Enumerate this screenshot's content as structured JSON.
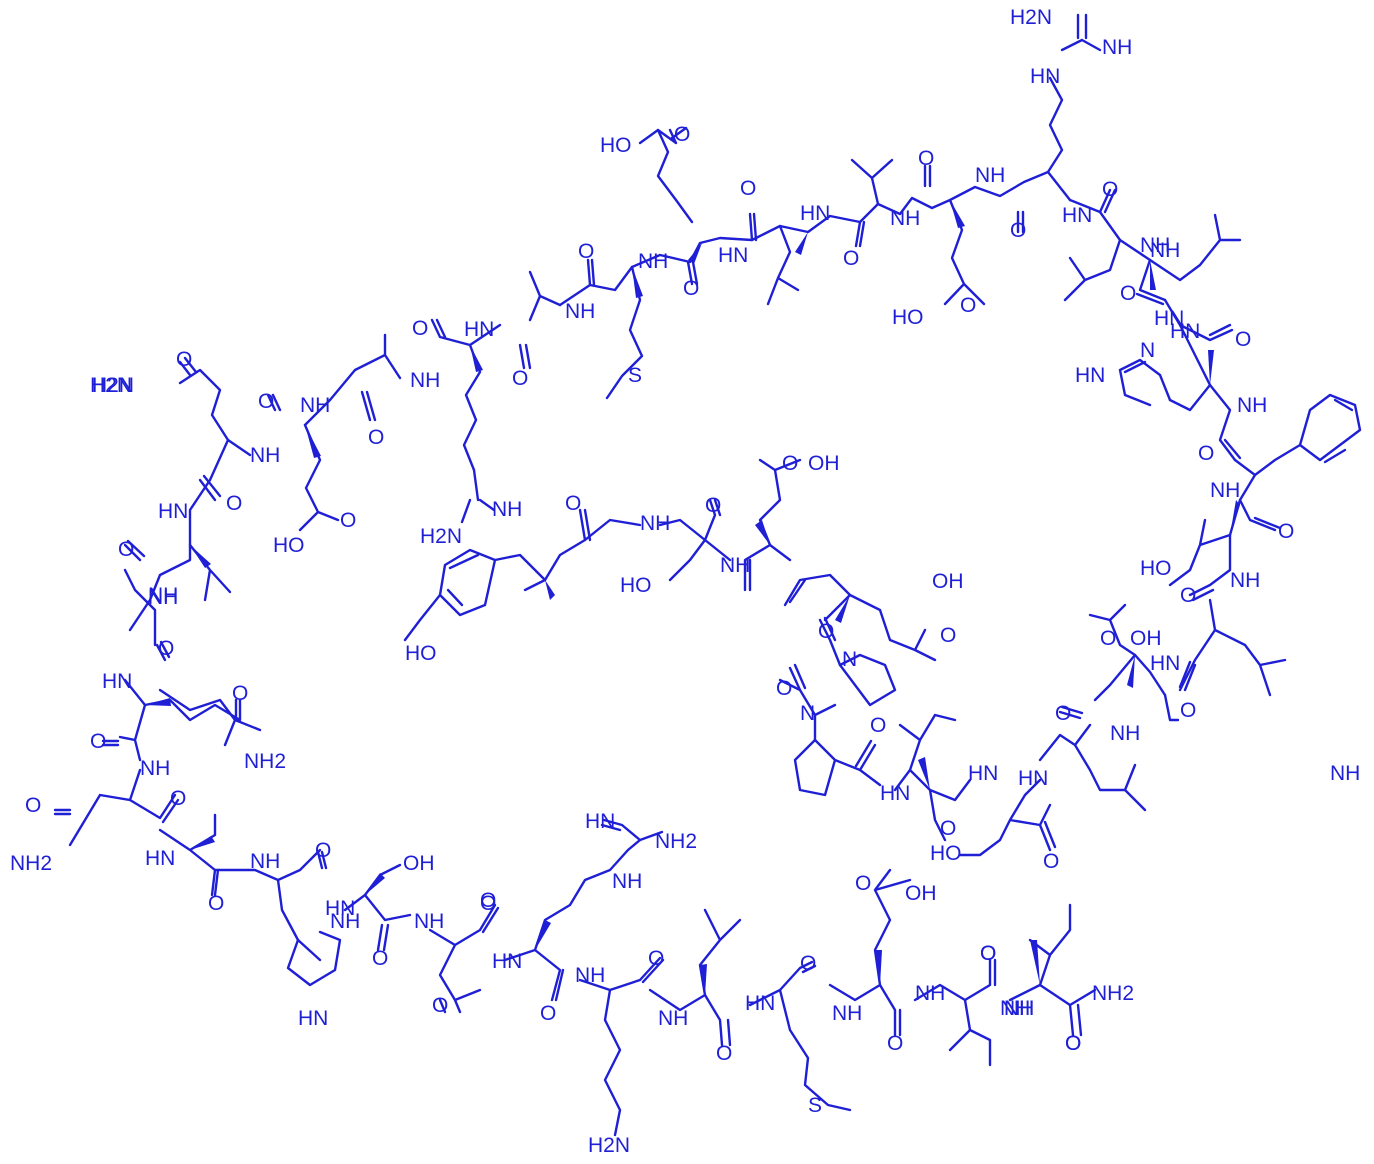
{
  "molecule": {
    "color": "#1f1fd6",
    "atoms": {
      "a01": "H2N",
      "a02": "NH",
      "a03": "HN",
      "a04": "HO",
      "a05": "O",
      "a06": "O",
      "a07": "HN",
      "a08": "NH",
      "a09": "O",
      "a10": "NH",
      "a11": "O",
      "a12": "HN",
      "a13": "NH",
      "a14": "O",
      "a15": "HO",
      "a16": "O",
      "a17": "O",
      "a18": "HN",
      "a19": "O",
      "a20": "NH",
      "a21": "O",
      "a22": "S",
      "a23": "O",
      "a24": "HN",
      "a25": "NH",
      "a26": "O",
      "a27": "HN",
      "a28": "H2N",
      "a29": "NH",
      "a30": "O",
      "a31": "NH",
      "a32": "O",
      "a33": "H2N",
      "a34": "O",
      "a35": "NH",
      "a36": "O",
      "a37": "HO",
      "a38": "O",
      "a39": "HN",
      "a40": "O",
      "a41": "NH",
      "a42": "O",
      "a43": "O",
      "a44": "NH",
      "a45": "HN",
      "a46": "O",
      "a47": "NH2",
      "a48": "HO",
      "a49": "O",
      "a50": "NH",
      "a51": "OH",
      "a52": "HO",
      "a53": "NH",
      "a54": "O",
      "a55": "O",
      "a56": "OH",
      "a57": "O",
      "a58": "N",
      "a59": "O",
      "a60": "N",
      "a61": "O",
      "a62": "HN",
      "a63": "NH",
      "a64": "N",
      "a65": "HN",
      "a66": "O",
      "a67": "HN",
      "a68": "O",
      "a69": "NH",
      "a70": "O",
      "a71": "O",
      "a72": "NH",
      "a73": "HO",
      "a74": "O",
      "a75": "NH",
      "a76": "O",
      "a77": "OH",
      "a78": "HN",
      "a79": "O",
      "a80": "NH",
      "a81": "O",
      "a82": "HN",
      "a83": "O",
      "a84": "HN",
      "a85": "NH",
      "a86": "O",
      "a87": "HO",
      "a88": "O",
      "a89": "NH2",
      "a90": "O",
      "a91": "NH",
      "a92": "O",
      "a93": "NH",
      "a94": "O",
      "a95": "HN",
      "a96": "NH",
      "a97": "O",
      "a98": "HN",
      "a99": "O",
      "b01": "HN",
      "b02": "O",
      "b03": "OH",
      "b04": "HN",
      "b05": "NH2",
      "b06": "NH",
      "b07": "O",
      "b08": "NH",
      "b09": "O",
      "b10": "HN",
      "b11": "NH",
      "b12": "O",
      "b13": "O",
      "b14": "NH",
      "b15": "H2N",
      "b16": "O",
      "b17": "HN",
      "b18": "O",
      "b19": "NH",
      "b20": "O",
      "b21": "NH",
      "b22": "O",
      "b23": "OH",
      "b24": "NH",
      "b25": "O",
      "b26": "O",
      "b27": "NH",
      "b28": "O",
      "b29": "NH",
      "b30": "O",
      "b31": "NH2",
      "b32": "S",
      "b33": "H2N",
      "b34": "NH"
    }
  }
}
